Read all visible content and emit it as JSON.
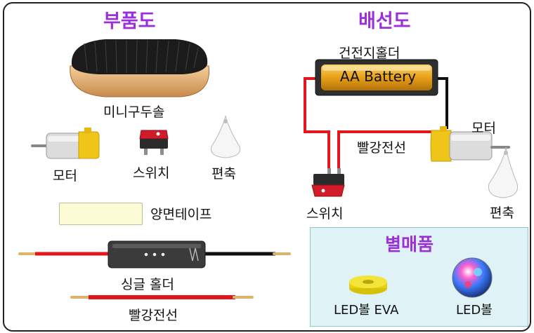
{
  "parts": {
    "title": "부품도",
    "brush_label": "미니구두솔",
    "motor_label": "모터",
    "switch_label": "스위치",
    "eccentric_label": "편축",
    "tape_label": "양면테이프",
    "holder_label": "싱글 홀더",
    "wire_label": "빨강전선"
  },
  "wiring": {
    "title": "배선도",
    "holder_label": "건전지홀더",
    "battery_text": "AA Battery",
    "wire_label": "빨강전선",
    "motor_label": "모터",
    "switch_label": "스위치",
    "eccentric_label": "편축"
  },
  "bonus": {
    "title": "별매품",
    "led_eva_label": "LED볼 EVA",
    "led_ball_label": "LED볼"
  },
  "colors": {
    "title": "#9b2fd9",
    "wire_red": "#e3161d",
    "wire_black": "#111111",
    "battery_gold": "#e8a018",
    "motor_yellow": "#f0c51a",
    "panel_bg": "#dff3f6"
  }
}
